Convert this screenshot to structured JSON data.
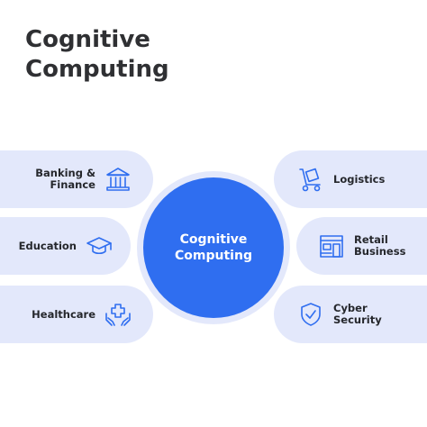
{
  "title": {
    "line1": "Cognitive",
    "line2": "Computing"
  },
  "center": {
    "line1": "Cognitive",
    "line2": "Computing",
    "color": "#2f6ef0"
  },
  "colors": {
    "pill_background": "#e3e8fb",
    "icon_stroke": "#2f6ef0",
    "text": "#25272c"
  },
  "left_items": [
    {
      "line1": "Banking &",
      "line2": "Finance",
      "icon": "bank-icon"
    },
    {
      "line1": "Education",
      "line2": "",
      "icon": "graduation-cap-icon"
    },
    {
      "line1": "Healthcare",
      "line2": "",
      "icon": "healthcare-hands-icon"
    }
  ],
  "right_items": [
    {
      "line1": "Logistics",
      "line2": "",
      "icon": "hand-truck-icon"
    },
    {
      "line1": "Retail",
      "line2": "Business",
      "icon": "storefront-icon"
    },
    {
      "line1": "Cyber",
      "line2": "Security",
      "icon": "shield-check-icon"
    }
  ]
}
